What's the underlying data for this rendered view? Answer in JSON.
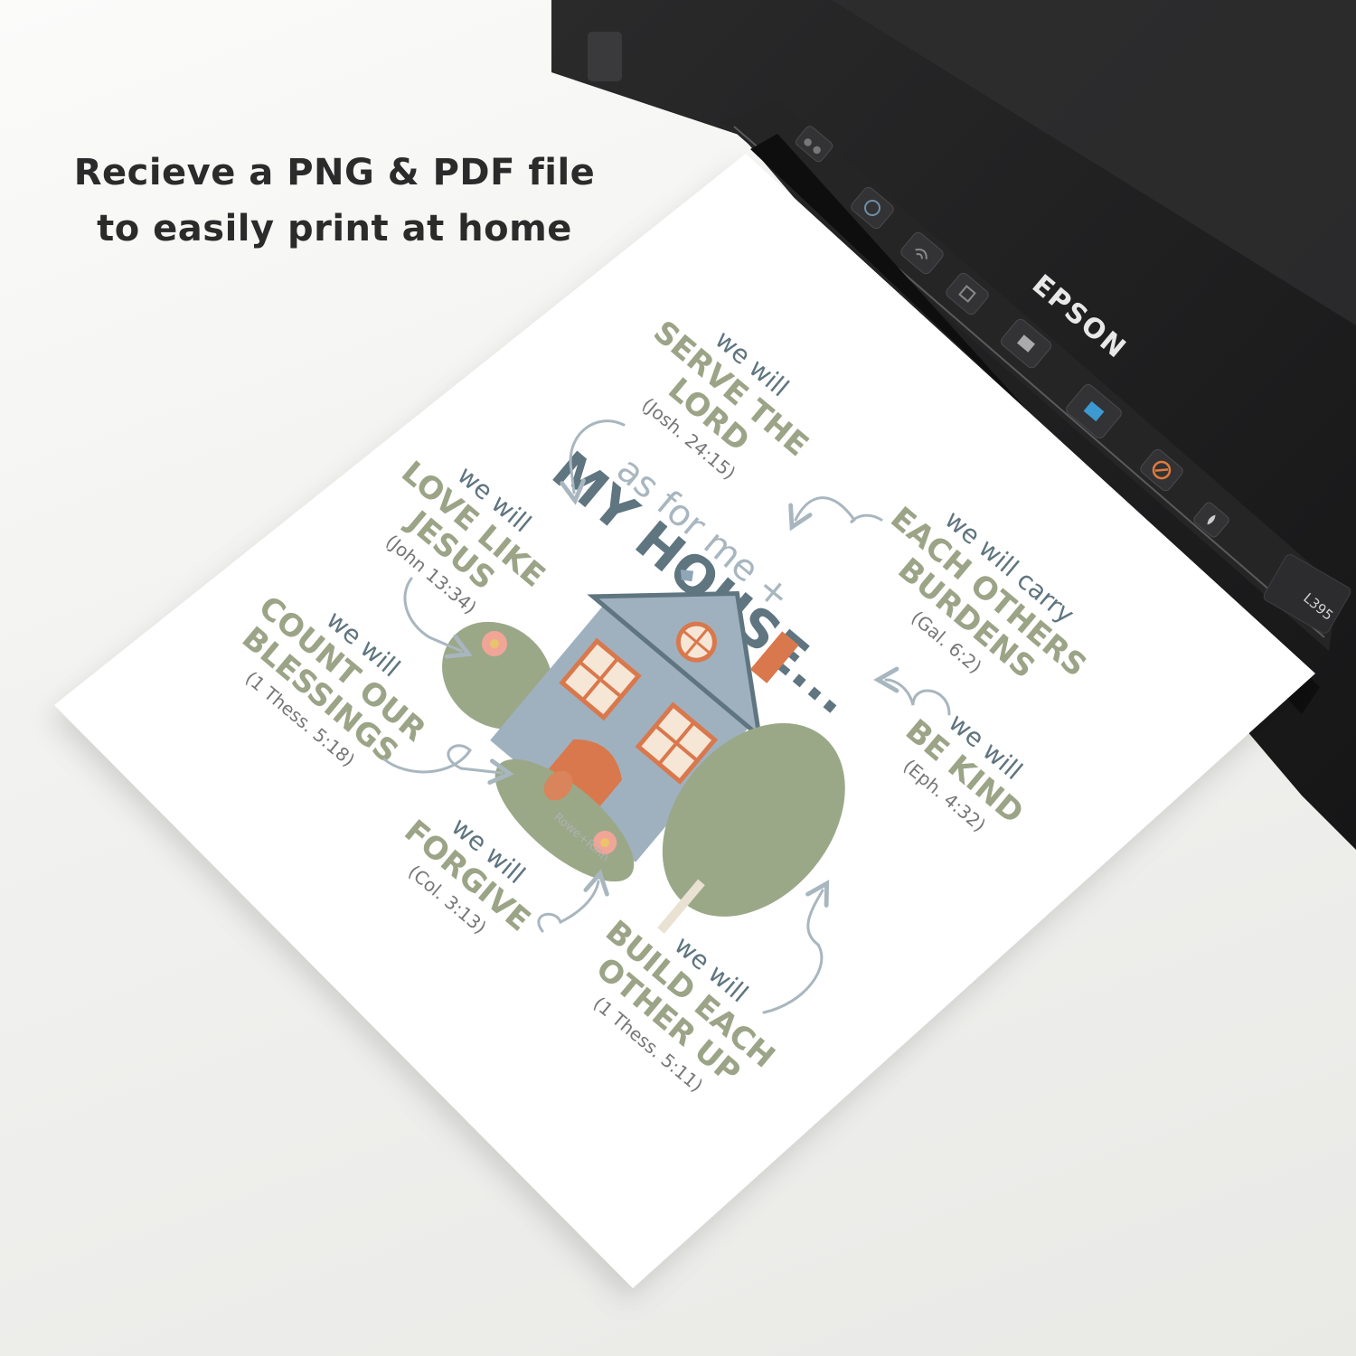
{
  "headline": {
    "line1": "Recieve a PNG & PDF file",
    "line2": "to easily print at home"
  },
  "printer": {
    "brand": "EPSON",
    "model": "L395",
    "button_icons": [
      "power-icon",
      "wifi-icon",
      "wifi-direct-icon",
      "copy-icon",
      "color-copy-icon",
      "stop-icon",
      "ink-icon"
    ]
  },
  "print": {
    "title_small": "as for me +",
    "title_big": "MY HOUSE...",
    "watermark": "Rowe+Rinn",
    "phrases": [
      {
        "lead": "we will",
        "main": [
          "SERVE THE",
          "LORD"
        ],
        "ref": "(Josh. 24:15)"
      },
      {
        "lead": "we will",
        "main": [
          "LOVE LIKE",
          "JESUS"
        ],
        "ref": "(John 13:34)"
      },
      {
        "lead": "we will carry",
        "main": [
          "EACH OTHERS",
          "BURDENS"
        ],
        "ref": "(Gal. 6:2)"
      },
      {
        "lead": "we will",
        "main": [
          "COUNT OUR",
          "BLESSINGS"
        ],
        "ref": "(1 Thess. 5:18)"
      },
      {
        "lead": "we will",
        "main": [
          "BE KIND"
        ],
        "ref": "(Eph. 4:32)"
      },
      {
        "lead": "we will",
        "main": [
          "FORGIVE"
        ],
        "ref": "(Col. 3:13)"
      },
      {
        "lead": "we will",
        "main": [
          "BUILD EACH",
          "OTHER UP"
        ],
        "ref": "(1 Thess. 5:11)"
      }
    ]
  },
  "colors": {
    "sage": "#9ba486",
    "slate": "#5f7580",
    "gray_blue": "#a8b6bf",
    "house": "#9fb1bf",
    "orange": "#d9784c",
    "tree": "#9aa888",
    "printer_body": "#1f1f20"
  }
}
